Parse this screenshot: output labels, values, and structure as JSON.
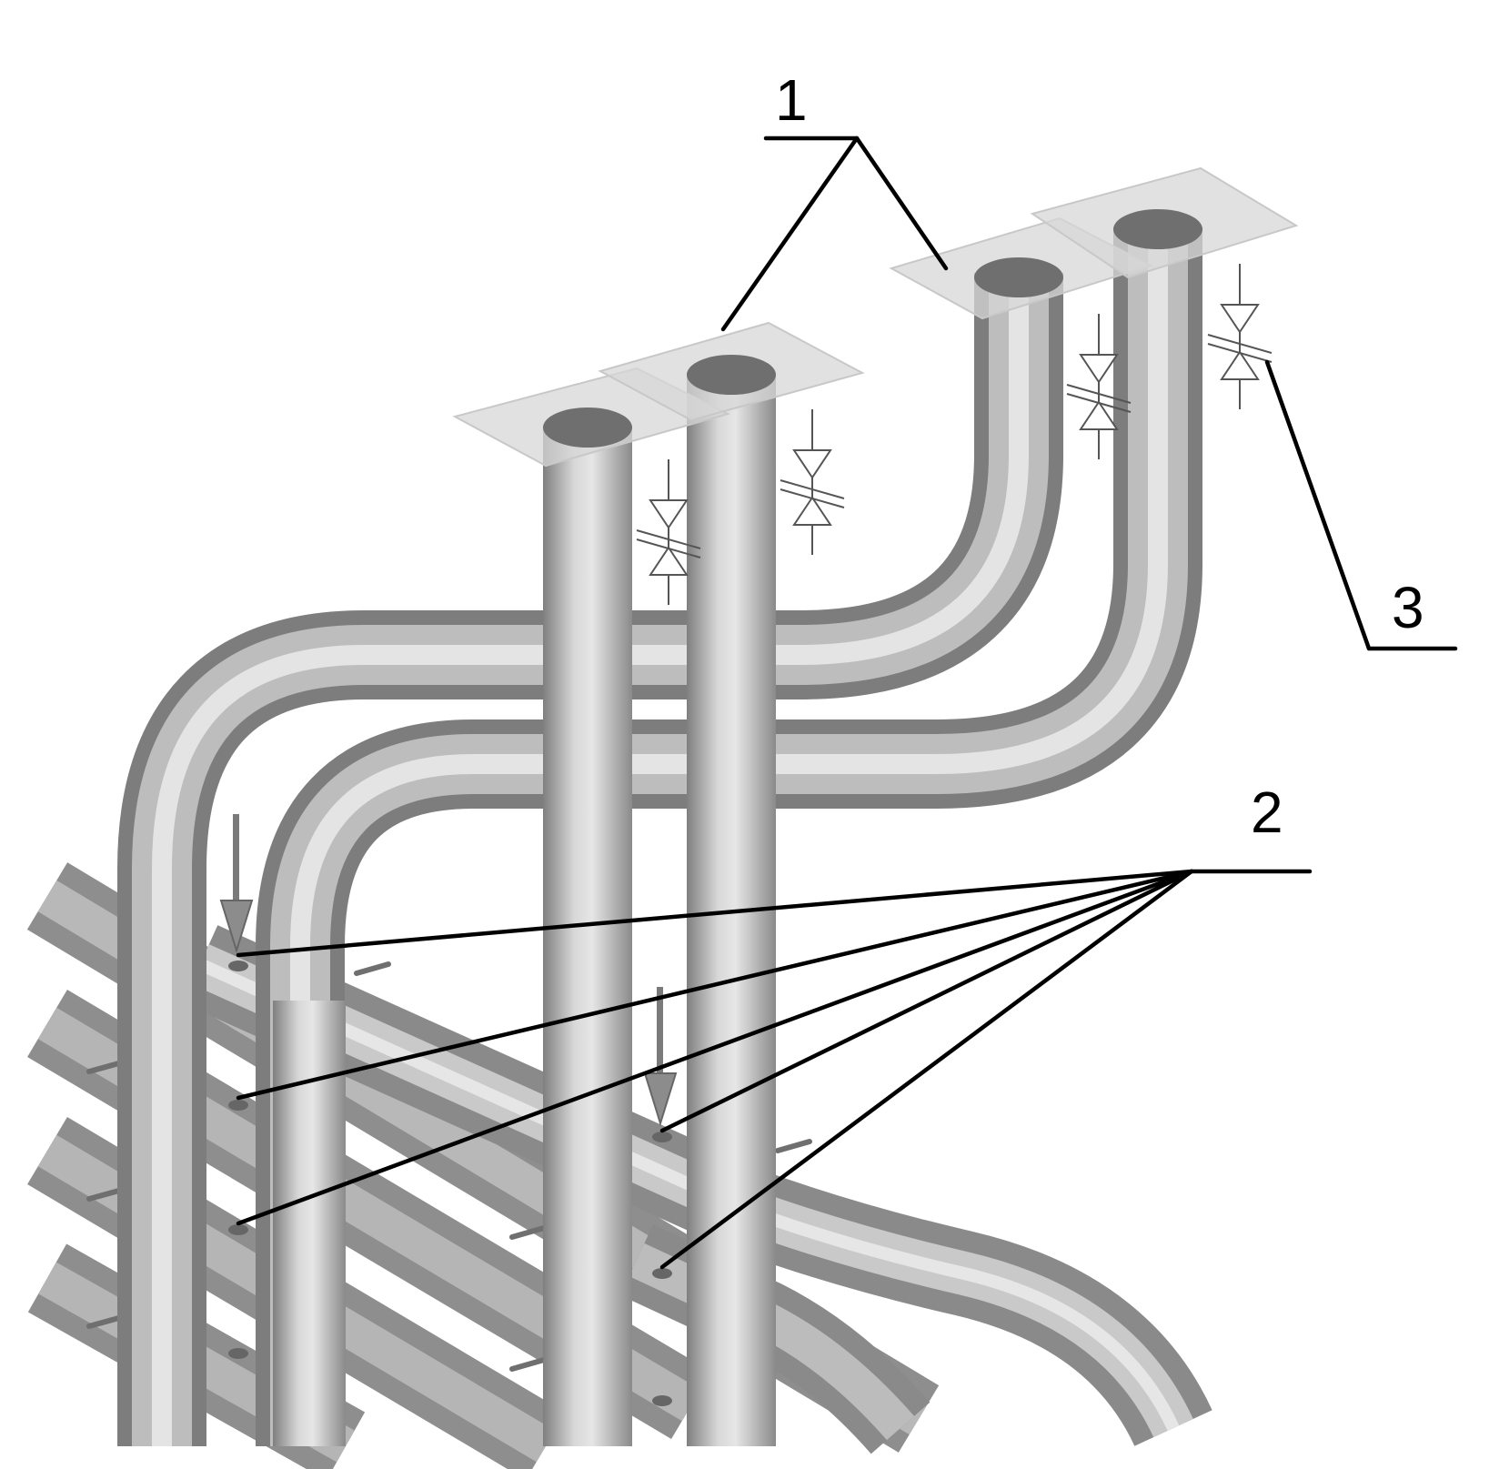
{
  "figure": {
    "background": "#ffffff",
    "pipe_colors": {
      "shadow": "#7a7a7a",
      "mid": "#a6a6a6",
      "light": "#dcdcdc",
      "highlight": "#f2f2f2",
      "cap": "#6e6e6e"
    },
    "callouts": [
      {
        "id": "1",
        "label": "1"
      },
      {
        "id": "2",
        "label": "2"
      },
      {
        "id": "3",
        "label": "3"
      }
    ]
  }
}
